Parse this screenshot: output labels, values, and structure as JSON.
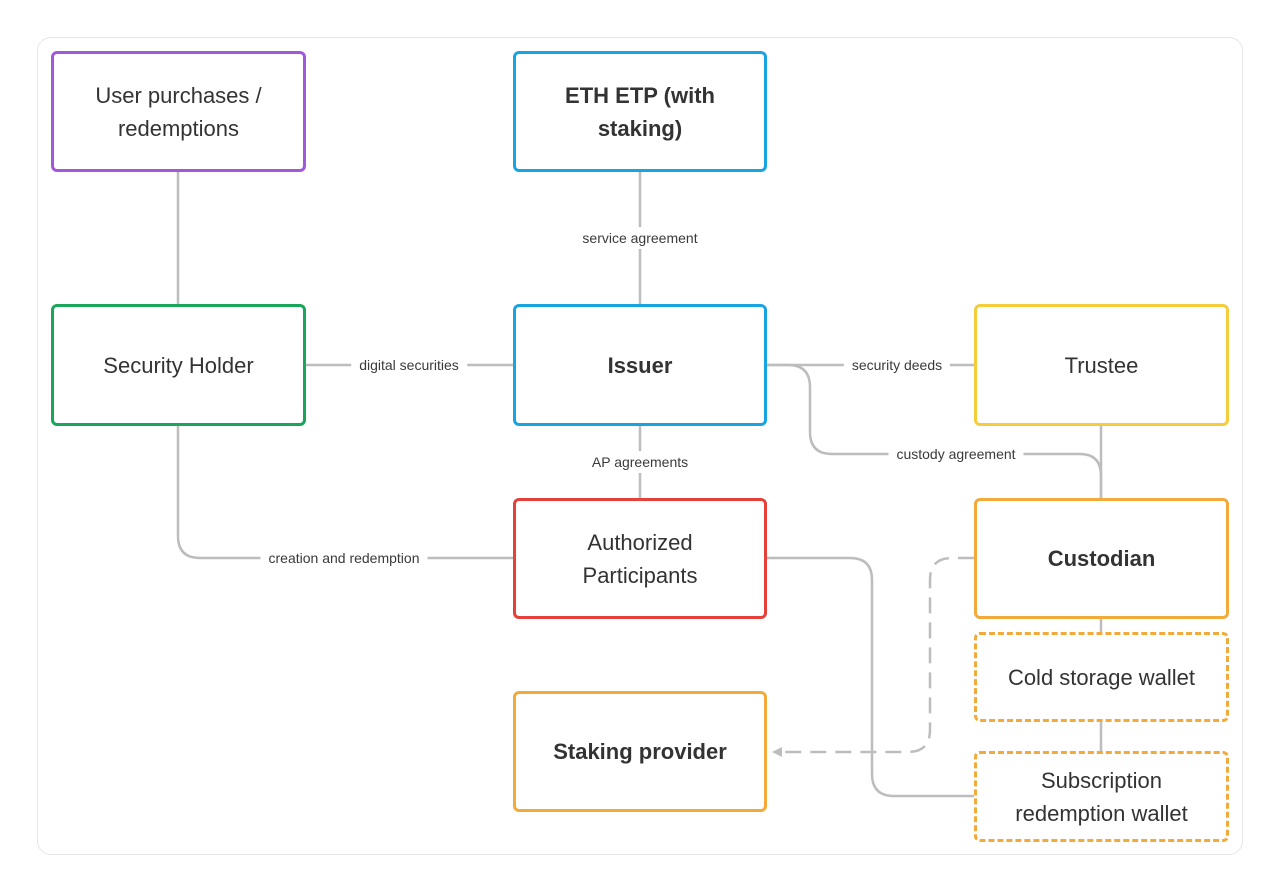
{
  "colors": {
    "purple": "#a259d9",
    "blue": "#18a4e0",
    "green": "#1aa65a",
    "yellow": "#f5cd3b",
    "red": "#e5413a",
    "orange": "#f2aa3a",
    "connector": "#bdbdbd"
  },
  "nodes": {
    "user_purchases": "User purchases / redemptions",
    "eth_etp": "ETH ETP (with staking)",
    "security_holder": "Security Holder",
    "issuer": "Issuer",
    "trustee": "Trustee",
    "authorized_participants": "Authorized Participants",
    "custodian": "Custodian",
    "cold_storage_wallet": "Cold storage wallet",
    "staking_provider": "Staking provider",
    "subscription_wallet": "Subscription redemption wallet"
  },
  "edges": {
    "service_agreement": "service agreement",
    "digital_securities": "digital securities",
    "security_deeds": "security deeds",
    "custody_agreement": "custody agreement",
    "ap_agreements": "AP agreements",
    "creation_and_redemption": "creation and redemption"
  }
}
